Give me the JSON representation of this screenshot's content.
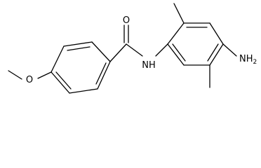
{
  "molecule": {
    "atom_labels": {
      "carbonyl_oxygen": "O",
      "amide_nitrogen": "NH",
      "methoxy_oxygen": "O",
      "amine_group": "NH",
      "amine_subscript": "2"
    }
  },
  "colors": {
    "bond": "#000000",
    "background": "#ffffff"
  }
}
